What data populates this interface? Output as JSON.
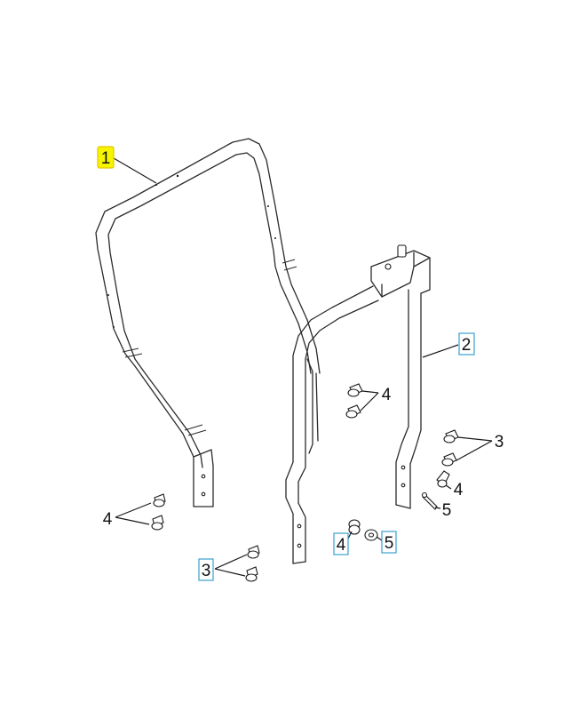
{
  "callouts": [
    {
      "id": "c1",
      "label": "1",
      "highlight": "yellow"
    },
    {
      "id": "c2",
      "label": "2",
      "highlight": "blue-box"
    },
    {
      "id": "c3a",
      "label": "3",
      "highlight": "blue-box"
    },
    {
      "id": "c3b",
      "label": "3",
      "highlight": "none"
    },
    {
      "id": "c4a",
      "label": "4",
      "highlight": "none"
    },
    {
      "id": "c4b",
      "label": "4",
      "highlight": "none"
    },
    {
      "id": "c4c",
      "label": "4",
      "highlight": "none"
    },
    {
      "id": "c4d",
      "label": "4",
      "highlight": "blue-box"
    },
    {
      "id": "c5a",
      "label": "5",
      "highlight": "none"
    },
    {
      "id": "c5b",
      "label": "5",
      "highlight": "blue-box"
    }
  ],
  "colors": {
    "highlight_yellow": "#f5f500",
    "box_blue": "#3aa0cf",
    "line": "#2b2b2b"
  }
}
